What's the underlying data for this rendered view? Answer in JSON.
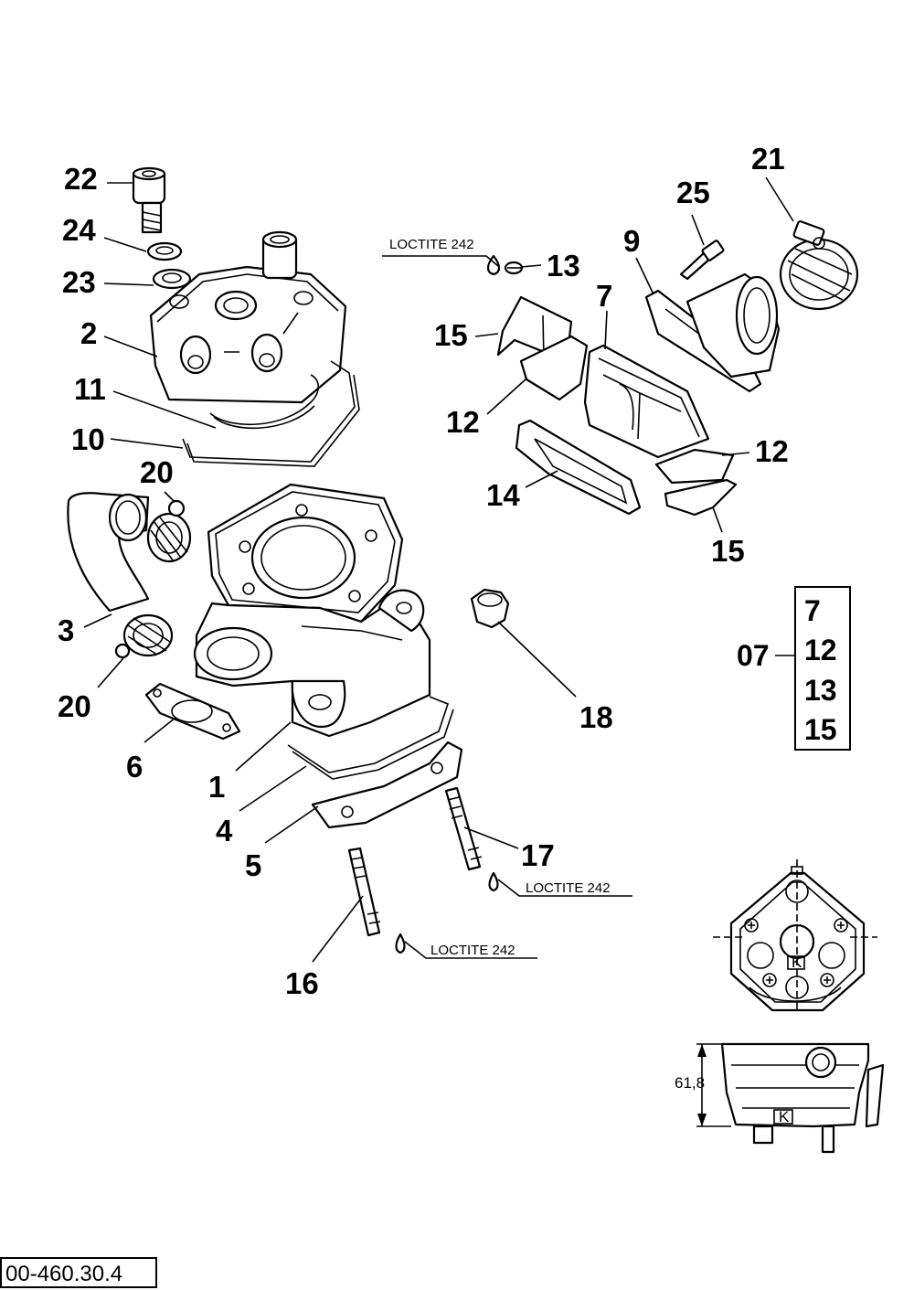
{
  "callouts": {
    "p1": "1",
    "p2": "2",
    "p3": "3",
    "p4": "4",
    "p5": "5",
    "p6": "6",
    "p7a": "7",
    "p9": "9",
    "p10": "10",
    "p11": "11",
    "p12a": "12",
    "p12b": "12",
    "p13": "13",
    "p14": "14",
    "p15a": "15",
    "p15b": "15",
    "p16": "16",
    "p17": "17",
    "p18": "18",
    "p20a": "20",
    "p20b": "20",
    "p21": "21",
    "p22": "22",
    "p23": "23",
    "p24": "24",
    "p25": "25"
  },
  "loctite_notes": [
    "LOCTITE 242",
    "LOCTITE 242",
    "LOCTITE 242"
  ],
  "kit": {
    "label": "07",
    "items": [
      "7",
      "12",
      "13",
      "15"
    ]
  },
  "detail": {
    "dimension": "61,8",
    "mark_top": "K",
    "mark_side": "K"
  },
  "drawing_code": "00-460.30.4"
}
